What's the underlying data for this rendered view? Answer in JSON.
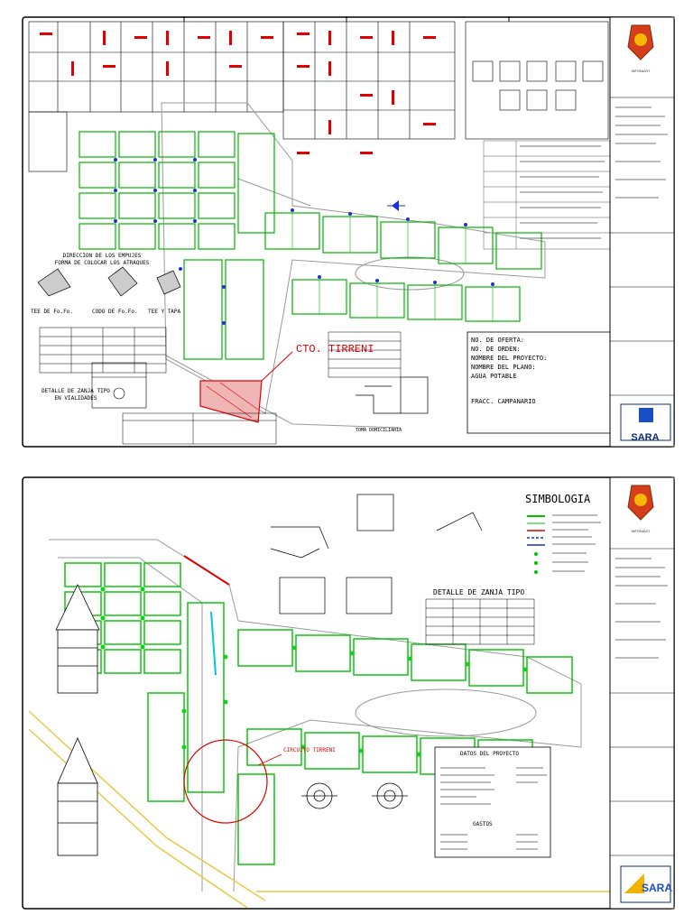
{
  "sheet1": {
    "callout": "CTO. TIRRENI",
    "title_block": {
      "brand": "SARA",
      "logo_caption": "INFONAVIT"
    },
    "data_box": {
      "lines": [
        "NO. DE OFERTA:",
        "NO. DE ORDEN:",
        "NOMBRE DEL PROYECTO:",
        "NOMBRE DEL PLANO:",
        "AGUA POTABLE",
        "FRACC. CAMPANARIO"
      ]
    },
    "atraques_heading": [
      "DIRECCION DE LOS EMPUJES",
      "FORMA DE COLOCAR LOS ATRAQUES"
    ],
    "atraques_labels": [
      "TEE DE Fo.Fo.",
      "CODO DE Fo.Fo.",
      "TEE Y TAPA"
    ],
    "zanja_label": [
      "DETALLE DE ZANJA TIPO",
      "EN VIALIDADES"
    ],
    "toma_label": "TOMA DOMICILIARIA"
  },
  "sheet2": {
    "simbologia_title": "SIMBOLOGIA",
    "zanja_title": "DETALLE DE ZANJA TIPO",
    "datos_title": "DATOS DEL PROYECTO",
    "gastos_title": "GASTOS",
    "callout": "CIRCUITO TIRRENI",
    "title_block": {
      "brand": "SARA",
      "logo_caption": "INFONAVIT"
    }
  }
}
